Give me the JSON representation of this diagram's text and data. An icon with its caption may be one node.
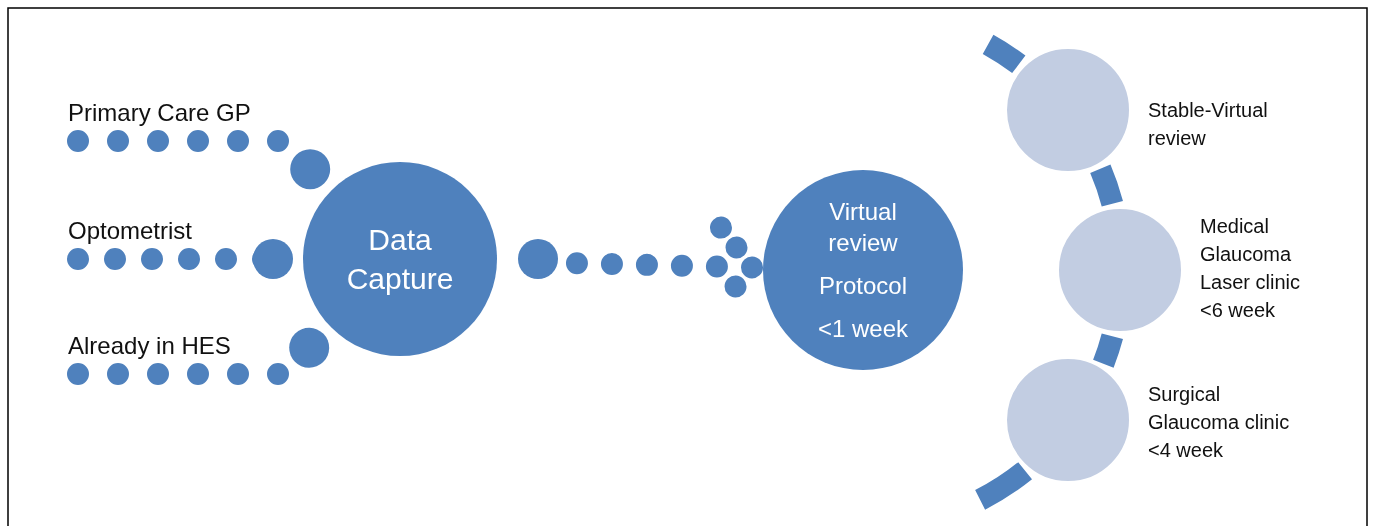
{
  "diagram": {
    "nodes": [
      {
        "text": [
          "Primary Care GP"
        ]
      },
      {
        "text": [
          "Optometrist"
        ]
      },
      {
        "text": [
          "Already in HES"
        ]
      },
      {
        "text": [
          "Data Capture"
        ]
      },
      {
        "text": [
          "Virtual review",
          "Protocol",
          "<1 week"
        ]
      },
      {
        "text": [],
        "shape": "circle",
        "beside": [
          "Stable-Virtual review"
        ]
      },
      {
        "text": [],
        "shape": "circle",
        "beside": [
          "Medical Glaucoma Laser clinic <6 week"
        ]
      },
      {
        "text": [],
        "shape": "circle",
        "beside": [
          "Surgical Glaucoma clinic <4 week"
        ]
      }
    ],
    "edges": [
      {
        "from": 0,
        "to": 3,
        "arrow": "other",
        "style": "dashed"
      },
      {
        "from": 1,
        "to": 3,
        "arrow": "other",
        "style": "dashed"
      },
      {
        "from": 2,
        "to": 3,
        "arrow": "other",
        "style": "dashed"
      },
      {
        "from": 3,
        "to": 4,
        "arrow": "to",
        "style": "dashed"
      },
      {
        "from": null,
        "to": 5,
        "arrow": "none"
      },
      {
        "from": 5,
        "to": 6,
        "arrow": "none"
      },
      {
        "from": 6,
        "to": 7,
        "arrow": "none"
      },
      {
        "from": 7,
        "to": null,
        "arrow": "none"
      }
    ]
  }
}
